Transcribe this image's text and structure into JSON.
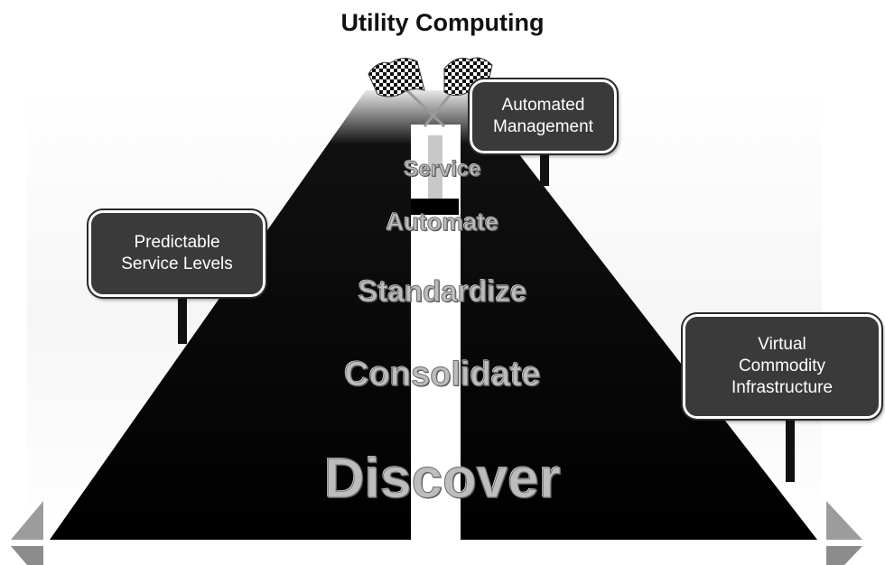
{
  "title": "Utility Computing",
  "stages": [
    "Service",
    "Automate",
    "Standardize",
    "Consolidate",
    "Discover"
  ],
  "signs": {
    "automated_management": [
      "Automated",
      "Management"
    ],
    "predictable_service": [
      "Predictable",
      "Service Levels"
    ],
    "virtual_infrastructure": [
      "Virtual",
      "Commodity",
      "Infrastructure"
    ]
  }
}
